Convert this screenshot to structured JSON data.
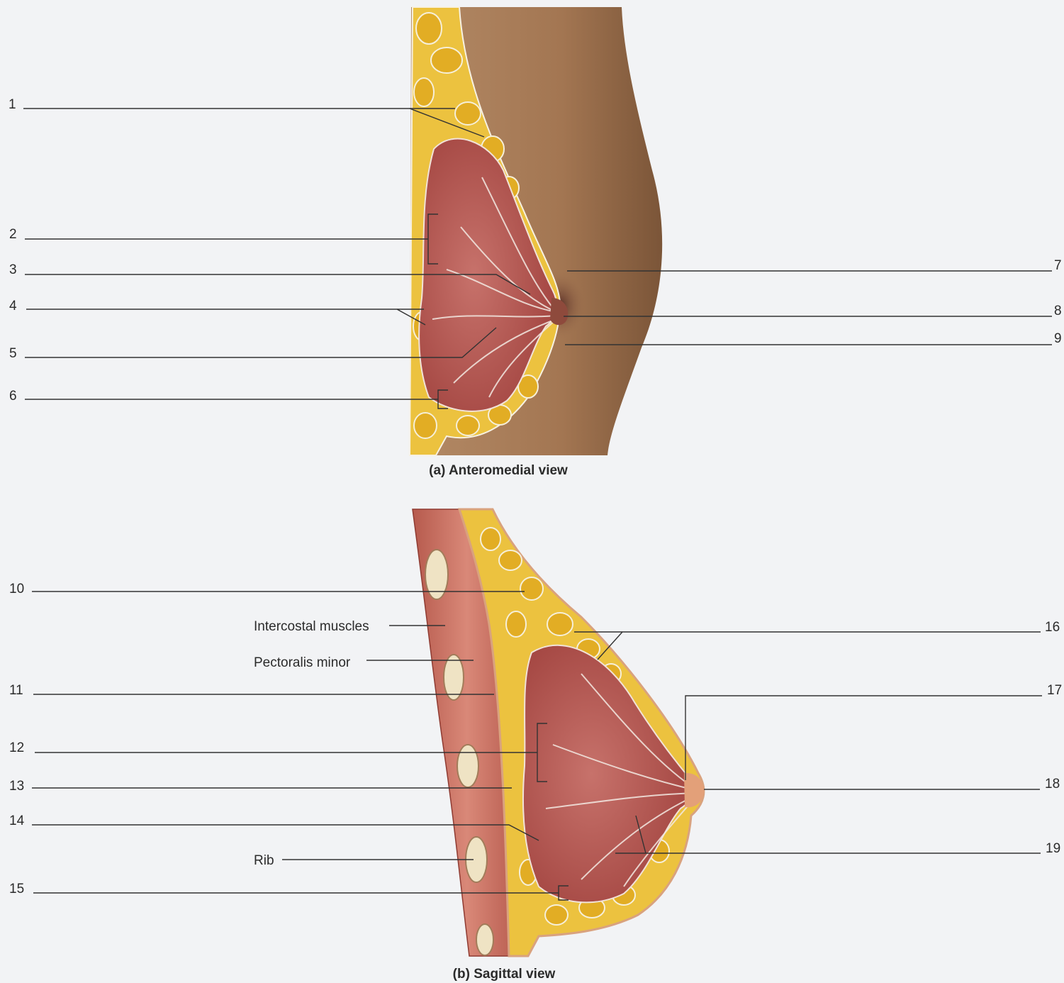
{
  "panels": {
    "a": {
      "caption": "(a) Anteromedial view"
    },
    "b": {
      "caption": "(b) Sagittal view"
    }
  },
  "labels": {
    "n1": "1",
    "n2": "2",
    "n3": "3",
    "n4": "4",
    "n5": "5",
    "n6": "6",
    "n7": "7",
    "n8": "8",
    "n9": "9",
    "n10": "10",
    "n11": "11",
    "n12": "12",
    "n13": "13",
    "n14": "14",
    "n15": "15",
    "n16": "16",
    "n17": "17",
    "n18": "18",
    "n19": "19",
    "intercostal": "Intercostal muscles",
    "pectoralis_minor": "Pectoralis minor",
    "rib": "Rib"
  },
  "colors": {
    "background": "#f2f3f5",
    "skin": "#a77a57",
    "fat": "#ecc23f",
    "gland": "#b5524c",
    "muscle": "#c86d5c",
    "bone": "#efe3c4"
  }
}
